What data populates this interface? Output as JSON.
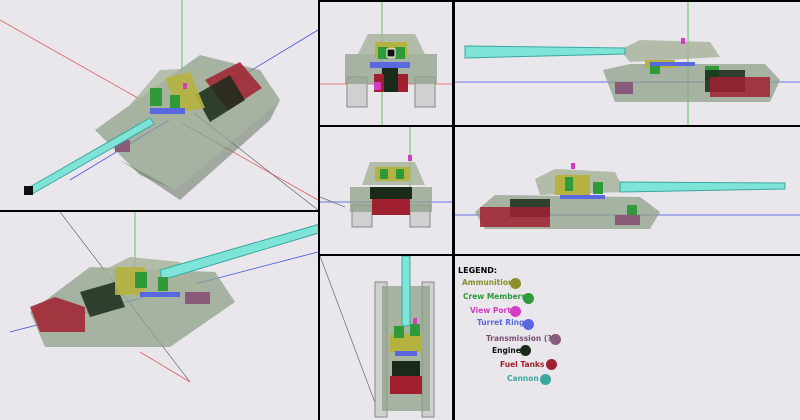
{
  "legend": {
    "title": "LEGEND:",
    "items": [
      {
        "key": "ammunition",
        "label": "Ammunition",
        "color": "#8a8f2a",
        "text_color": "#8a8f2a"
      },
      {
        "key": "crew",
        "label": "Crew Members",
        "color": "#2f9a3a",
        "text_color": "#2f9a3a"
      },
      {
        "key": "viewport",
        "label": "View Port",
        "color": "#d43cc4",
        "text_color": "#d43cc4"
      },
      {
        "key": "turretring",
        "label": "Turret Ring",
        "color": "#5a68e0",
        "text_color": "#5a68e0"
      },
      {
        "key": "transmission",
        "label": "Transmission (?)",
        "color": "#8a5a7a",
        "text_color": "#7a5070"
      },
      {
        "key": "engine",
        "label": "Engine",
        "color": "#1a2a1a",
        "text_color": "#111111"
      },
      {
        "key": "fueltanks",
        "label": "Fuel Tanks",
        "color": "#a02030",
        "text_color": "#a02030"
      },
      {
        "key": "cannon",
        "label": "Cannon",
        "color": "#3aa8a0",
        "text_color": "#3aa8a0"
      }
    ]
  },
  "colors": {
    "hull": "#8fa08a",
    "hull_dark": "#6f7f6c",
    "turret": "#a9b49c",
    "background": "#e9e6ec",
    "axis_red": "#e05050",
    "axis_green": "#3abf3a",
    "axis_blue": "#4050e0"
  }
}
